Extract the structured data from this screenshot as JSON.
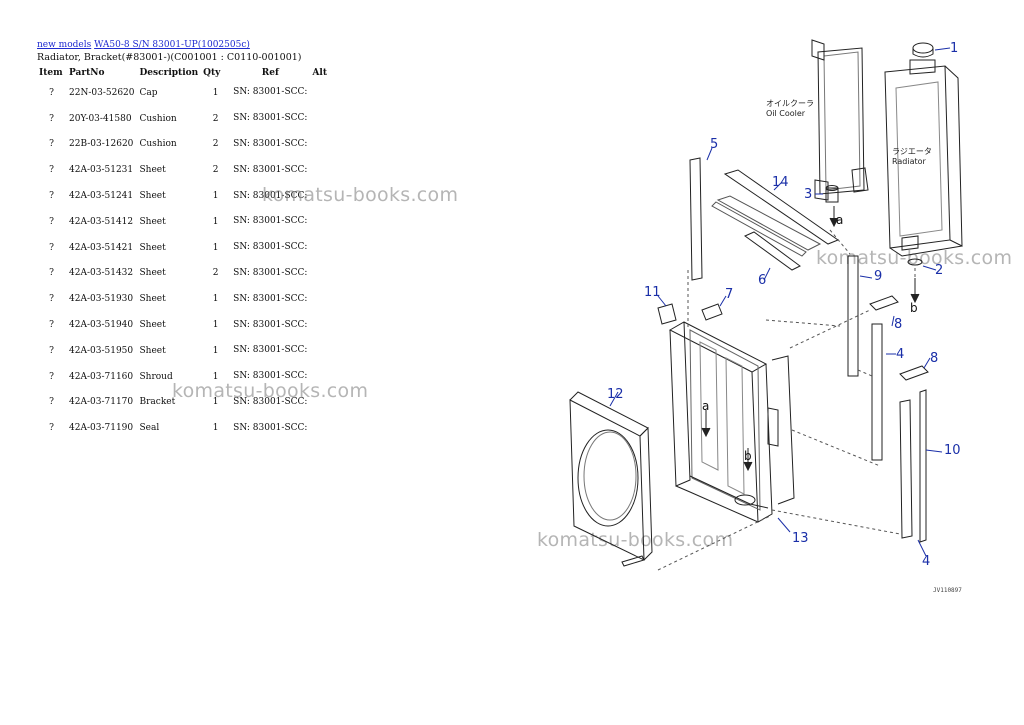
{
  "breadcrumb": {
    "link1": "new models",
    "link2": "WA50-8 S/N 83001-UP(1002505c)"
  },
  "subtitle": "Radiator, Bracket(#83001-)(C001001 : C0110-001001)",
  "table": {
    "headers": [
      "Item",
      "PartNo",
      "Description",
      "Qty",
      "Ref",
      "Alt"
    ],
    "rows": [
      {
        "item": "?",
        "part": "22N-03-52620",
        "desc": "Cap",
        "qty": "1",
        "ref": "SN: 83001-SCC:"
      },
      {
        "item": "?",
        "part": "20Y-03-41580",
        "desc": "Cushion",
        "qty": "2",
        "ref": "SN: 83001-SCC:"
      },
      {
        "item": "?",
        "part": "22B-03-12620",
        "desc": "Cushion",
        "qty": "2",
        "ref": "SN: 83001-SCC:"
      },
      {
        "item": "?",
        "part": "42A-03-51231",
        "desc": "Sheet",
        "qty": "2",
        "ref": "SN: 83001-SCC:"
      },
      {
        "item": "?",
        "part": "42A-03-51241",
        "desc": "Sheet",
        "qty": "1",
        "ref": "SN: 83001-SCC:"
      },
      {
        "item": "?",
        "part": "42A-03-51412",
        "desc": "Sheet",
        "qty": "1",
        "ref": "SN: 83001-SCC:"
      },
      {
        "item": "?",
        "part": "42A-03-51421",
        "desc": "Sheet",
        "qty": "1",
        "ref": "SN: 83001-SCC:"
      },
      {
        "item": "?",
        "part": "42A-03-51432",
        "desc": "Sheet",
        "qty": "2",
        "ref": "SN: 83001-SCC:"
      },
      {
        "item": "?",
        "part": "42A-03-51930",
        "desc": "Sheet",
        "qty": "1",
        "ref": "SN: 83001-SCC:"
      },
      {
        "item": "?",
        "part": "42A-03-51940",
        "desc": "Sheet",
        "qty": "1",
        "ref": "SN: 83001-SCC:"
      },
      {
        "item": "?",
        "part": "42A-03-51950",
        "desc": "Sheet",
        "qty": "1",
        "ref": "SN: 83001-SCC:"
      },
      {
        "item": "?",
        "part": "42A-03-71160",
        "desc": "Shroud",
        "qty": "1",
        "ref": "SN: 83001-SCC:"
      },
      {
        "item": "?",
        "part": "42A-03-71170",
        "desc": "Bracket",
        "qty": "1",
        "ref": "SN: 83001-SCC:"
      },
      {
        "item": "?",
        "part": "42A-03-71190",
        "desc": "Seal",
        "qty": "1",
        "ref": "SN: 83001-SCC:"
      }
    ]
  },
  "watermark": "komatsu-books.com",
  "diagram": {
    "callouts": [
      "1",
      "2",
      "3",
      "4",
      "4",
      "5",
      "6",
      "7",
      "8",
      "8",
      "9",
      "10",
      "11",
      "12",
      "13",
      "14"
    ],
    "oil_cooler_jp": "オイルクーラ",
    "oil_cooler_en": "Oil Cooler",
    "radiator_jp": "ラジエータ",
    "radiator_en": "Radiator",
    "arrow_a": "a",
    "arrow_b": "b",
    "drawing_code": "JV110897"
  }
}
